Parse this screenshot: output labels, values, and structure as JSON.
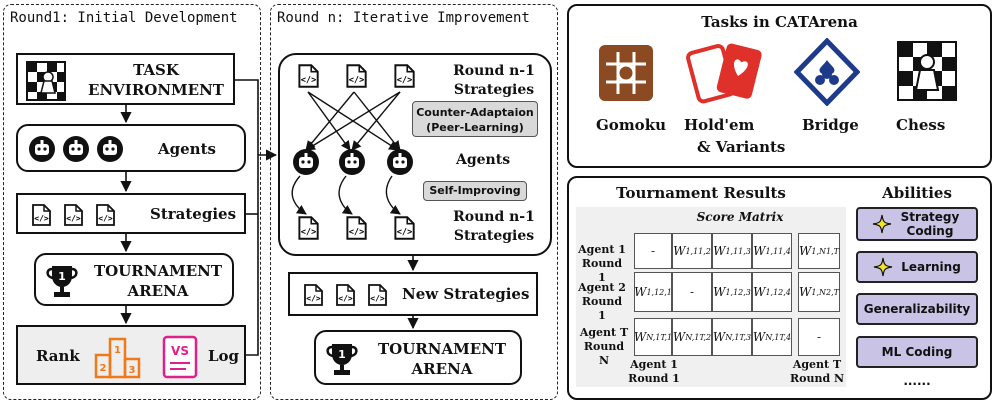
{
  "left_panel": {
    "title": "Round1: Initial Development",
    "task_env": {
      "line1": "TASK",
      "line2": "ENVIRONMENT"
    },
    "agents_label": "Agents",
    "strategies_label": "Strategies",
    "tournament": {
      "line1": "TOURNAMENT",
      "line2": "ARENA"
    },
    "rank_label": "Rank",
    "log_label": "Log",
    "podium_numbers": [
      "2",
      "1",
      "3"
    ],
    "vs_text": "VS"
  },
  "middle_panel": {
    "title": "Round n: Iterative Improvement",
    "top_strategies": {
      "line1": "Round n-1",
      "line2": "Strategies"
    },
    "counter_tag": {
      "line1": "Counter-Adaptaion",
      "line2": "(Peer-Learning)"
    },
    "agents_label": "Agents",
    "self_tag": "Self-Improving",
    "bottom_strategies": {
      "line1": "Round n-1",
      "line2": "Strategies"
    },
    "new_strategies": "New Strategies",
    "tournament": {
      "line1": "TOURNAMENT",
      "line2": "ARENA"
    }
  },
  "tasks_panel": {
    "title": "Tasks in CATArena",
    "tasks": [
      "Gomoku",
      "Hold'em",
      "Bridge",
      "Chess"
    ],
    "variants": "& Variants"
  },
  "results_panel": {
    "title": "Tournament Results",
    "matrix_title": "Score Matrix",
    "row_labels": [
      {
        "line1": "Agent 1",
        "line2": "Round 1"
      },
      {
        "line1": "Agent 2",
        "line2": "Round 1"
      },
      {
        "line1": "Agent T",
        "line2": "Round N"
      }
    ],
    "col_labels": [
      {
        "line1": "Agent 1",
        "line2": "Round 1"
      },
      {
        "line1": "Agent T",
        "line2": "Round N"
      }
    ],
    "dash": "-"
  },
  "abilities_panel": {
    "title": "Abilities",
    "items": [
      "Strategy Coding",
      "Learning",
      "Generalizability",
      "ML Coding"
    ],
    "ellipsis": "......"
  },
  "colors": {
    "gomoku_brown": "#8b4a22",
    "holdem_red": "#e0302a",
    "bridge_blue": "#1e3a8a",
    "podium_orange": "#f07a1a",
    "vs_pink": "#e0208a",
    "ability_purple": "#c9c4e6",
    "star_yellow": "#f5e32a"
  }
}
